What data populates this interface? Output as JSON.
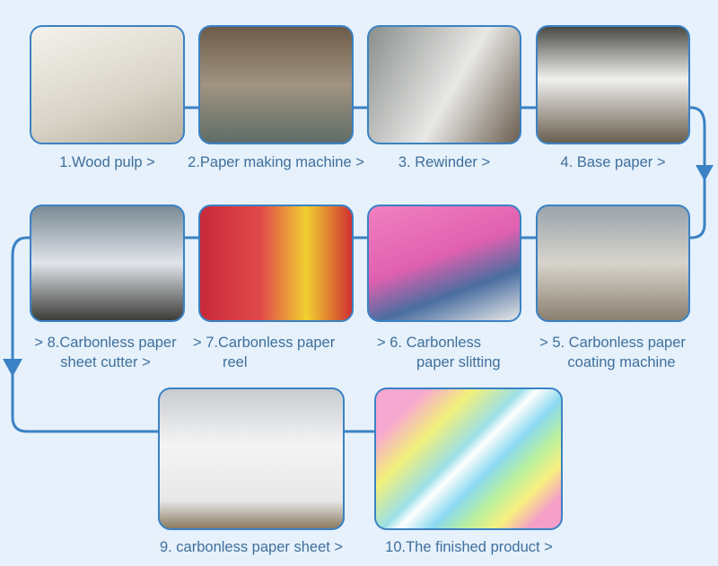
{
  "colors": {
    "background": "#e6f1fb",
    "flow_line": "#3b82c4",
    "label_text": "#3f6f9c"
  },
  "steps": [
    {
      "label": "1.Wood pulp >",
      "photo": "wood-pulp"
    },
    {
      "label": "2.Paper making machine >",
      "photo": "paper-making-machine"
    },
    {
      "label": "3. Rewinder >",
      "photo": "rewinder"
    },
    {
      "label": "4. Base paper >",
      "photo": "base-paper"
    },
    {
      "label_line1": "> 5. Carbonless paper",
      "label_line2": "coating machine",
      "photo": "coating-machine"
    },
    {
      "label_line1": "> 6. Carbonless",
      "label_line2": "paper slitting",
      "photo": "paper-slitting"
    },
    {
      "label_line1": "> 7.Carbonless paper",
      "label_line2": "reel",
      "photo": "paper-reel"
    },
    {
      "label_line1": "> 8.Carbonless paper",
      "label_line2": "sheet cutter >",
      "photo": "sheet-cutter"
    },
    {
      "label": "9. carbonless paper sheet >",
      "photo": "paper-sheet"
    },
    {
      "label": "10.The finished product >",
      "photo": "finished-product"
    }
  ]
}
